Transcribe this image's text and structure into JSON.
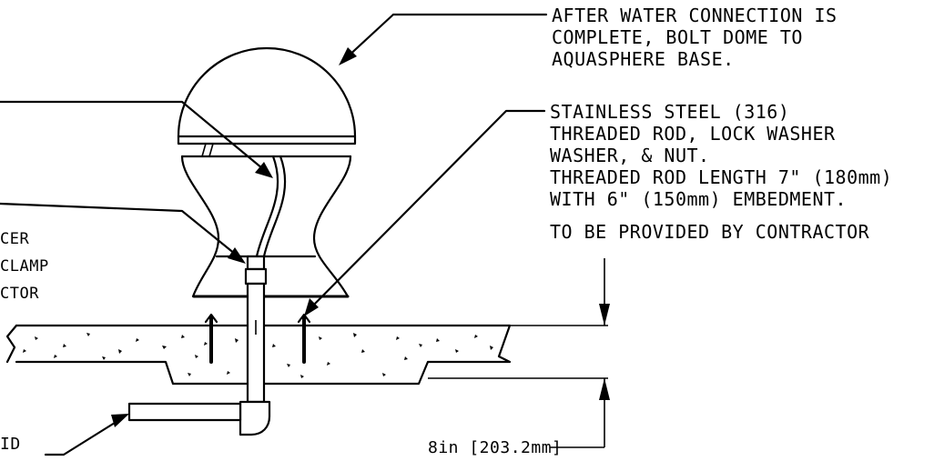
{
  "notes": {
    "dome": [
      "AFTER WATER CONNECTION IS",
      "COMPLETE, BOLT DOME TO",
      "AQUASPHERE BASE."
    ],
    "rod": [
      "STAINLESS STEEL (316)",
      "THREADED ROD, LOCK WASHER",
      "WASHER, & NUT.",
      "THREADED ROD LENGTH 7\" (180mm)",
      "WITH 6\" (150mm) EMBEDMENT."
    ],
    "contractor": "TO BE PROVIDED BY CONTRACTOR",
    "left_partial": [
      "CER",
      "CLAMP",
      "CTOR"
    ],
    "bottom_partial": "ID",
    "dimension": "8in [203.2mm]"
  },
  "colors": {
    "ink": "#000000",
    "paper": "#ffffff"
  }
}
